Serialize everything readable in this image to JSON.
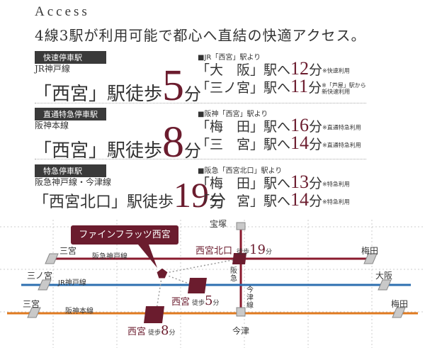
{
  "header": {
    "kicker": "Access",
    "headline": "4線3駅が利用可能で都心へ直結の快適アクセス。"
  },
  "rows": [
    {
      "badge": "快速停車駅",
      "line": "JR神戸線",
      "station": "「西宮」駅徒歩",
      "minutes": "5",
      "unit": "分",
      "from": "■JR「西宮」駅より",
      "dests": [
        {
          "name": "「大　阪」駅へ",
          "min": "12",
          "unit": "分",
          "note": "※快速利用"
        },
        {
          "name": "「三ノ宮」駅へ",
          "min": "11",
          "unit": "分",
          "note": "※「芦屋」駅から新快速利用"
        }
      ]
    },
    {
      "badge": "直通特急停車駅",
      "line": "阪神本線",
      "station": "「西宮」駅徒歩",
      "minutes": "8",
      "unit": "分",
      "from": "■阪神「西宮」駅より",
      "dests": [
        {
          "name": "「梅　田」駅へ",
          "min": "16",
          "unit": "分",
          "note": "※直通特急利用"
        },
        {
          "name": "「三　宮」駅へ",
          "min": "14",
          "unit": "分",
          "note": "※直通特急利用"
        }
      ]
    },
    {
      "badge": "特急停車駅",
      "line": "阪急神戸線・今津線",
      "station": "「西宮北口」駅徒歩",
      "minutes": "19",
      "unit": "分",
      "from": "■阪急「西宮北口」駅より",
      "dests": [
        {
          "name": "「梅　田」駅へ",
          "min": "13",
          "unit": "分",
          "note": "※特急利用"
        },
        {
          "name": "「三　宮」駅へ",
          "min": "14",
          "unit": "分",
          "note": "※特急利用"
        }
      ]
    }
  ],
  "map": {
    "property": "ファインフラッツ西宮",
    "lines": {
      "hankyu": "阪急神戸線",
      "jr": "JR神戸線",
      "hanshin": "阪神本線",
      "imazu": "今津線",
      "hankyu_imazu_v": "阪急"
    },
    "stations": {
      "sannomiya_hk": "三宮",
      "umeda_hk": "梅田",
      "sannomiya_jr": "三ノ宮",
      "osaka_jr": "大阪",
      "sannomiya_hs": "三宮",
      "umeda_hs": "梅田",
      "takarazuka": "宝塚",
      "imazu": "今津"
    },
    "main": {
      "kitaguchi": {
        "name": "西宮北口",
        "walk": "徒歩",
        "min": "19",
        "unit": "分"
      },
      "jr": {
        "name": "西宮",
        "walk": "徒歩",
        "min": "5",
        "unit": "分"
      },
      "hanshin": {
        "name": "西宮",
        "walk": "徒歩",
        "min": "8",
        "unit": "分"
      }
    },
    "colors": {
      "hankyu": "#8a1a2e",
      "jr": "#2d6fb0",
      "hanshin": "#e07a1f",
      "accent": "#6b1c2e"
    }
  }
}
